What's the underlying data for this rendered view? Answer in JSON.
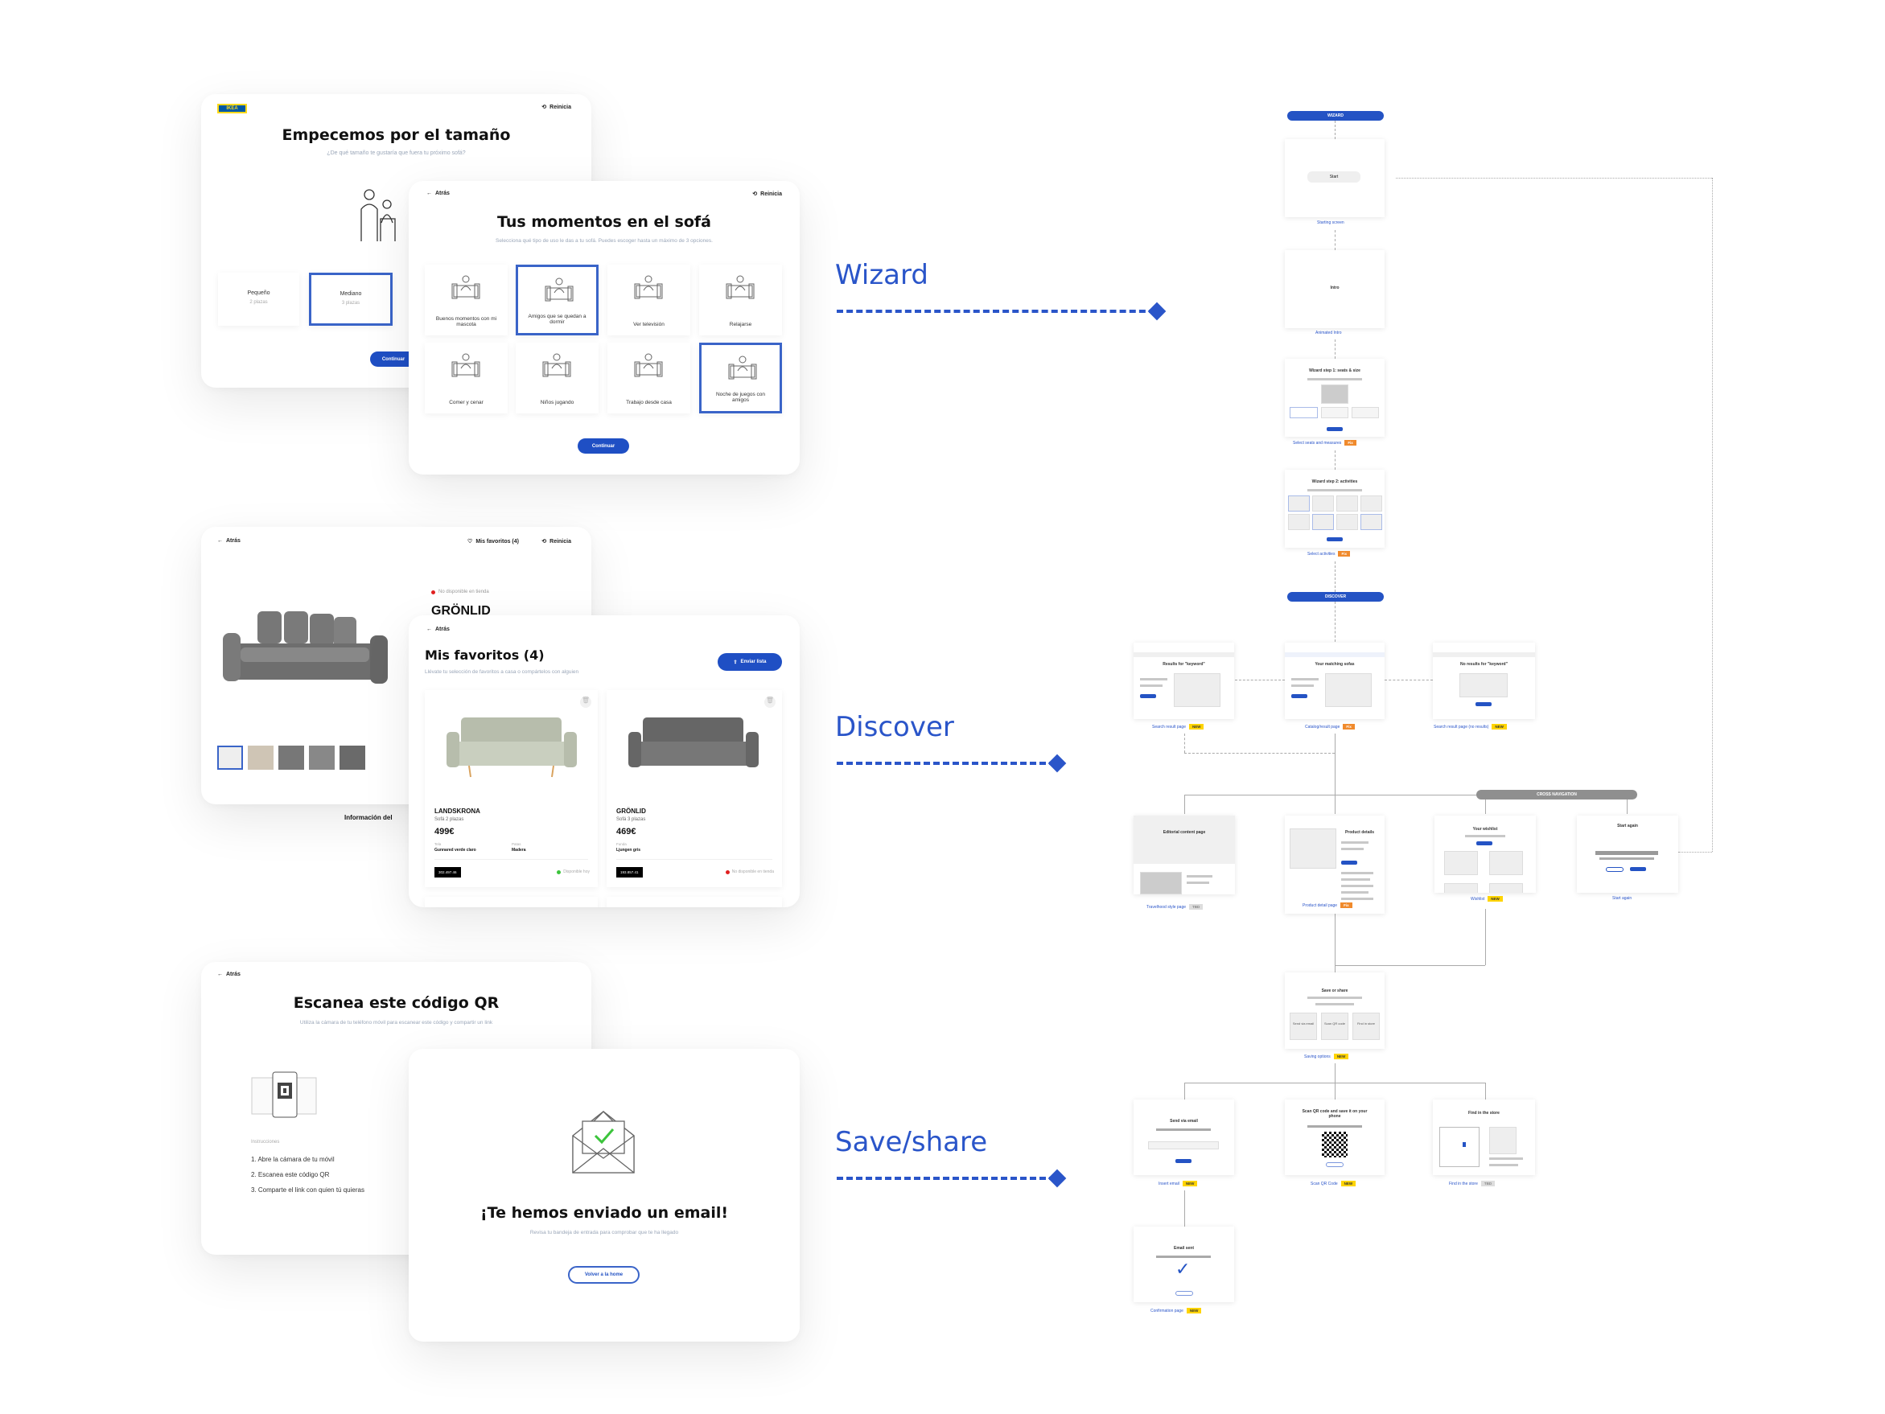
{
  "sections": {
    "wizard": "Wizard",
    "discover": "Discover",
    "save_share": "Save/share"
  },
  "screen_size": {
    "logo": "IKEA",
    "restart": "Reinicia",
    "title": "Empecemos por el tamaño",
    "subtitle": "¿De qué tamaño te gustaría que fuera tu próximo sofá?",
    "options": [
      {
        "label": "Pequeño",
        "sub": "2 plazas"
      },
      {
        "label": "Mediano",
        "sub": "3 plazas"
      }
    ],
    "continue": "Continuar"
  },
  "screen_moments": {
    "back": "Atrás",
    "restart": "Reinicia",
    "title": "Tus momentos en el sofá",
    "subtitle": "Selecciona qué tipo de uso le das a tu sofá. Puedes escoger hasta un máximo de 3 opciones.",
    "options": [
      "Buenos momentos con mi mascota",
      "Amigos que se quedan a dormir",
      "Ver televisión",
      "Relajarse",
      "Comer y cenar",
      "Niños jugando",
      "Trabajo desde casa",
      "Noche de juegos con amigos"
    ],
    "continue": "Continuar"
  },
  "screen_product": {
    "back": "Atrás",
    "favorites": "Mis favoritos (4)",
    "restart": "Reinicia",
    "availability": "No disponible en tienda",
    "name": "GRÖNLID",
    "info": "Información del"
  },
  "screen_favorites": {
    "back": "Atrás",
    "title": "Mis favoritos (4)",
    "subtitle": "Llévate tu selección de favoritos a casa o compártelos con alguien",
    "send": "Enviar lista",
    "products": [
      {
        "name": "LANDSKRONA",
        "type": "Sofá 2 plazas",
        "price": "499€",
        "attr1_label": "Tela",
        "attr1": "Gunnared verde claro",
        "attr2_label": "Patas",
        "attr2": "Madera",
        "code": "302.497.46",
        "stock": "Disponible hoy",
        "stock_color": "#3cc43c"
      },
      {
        "name": "GRÖNLID",
        "type": "Sofá 3 plazas",
        "price": "469€",
        "attr1_label": "Funda",
        "attr1": "Ljungen gris",
        "code": "193.857.41",
        "stock": "No disponible en tienda",
        "stock_color": "#e02020"
      }
    ]
  },
  "screen_qr": {
    "back": "Atrás",
    "title": "Escanea este código QR",
    "subtitle": "Utiliza la cámara de tu teléfono móvil para escanear este código y compartir un link",
    "instructions_label": "Instrucciones",
    "steps": [
      "1. Abre la cámara de tu móvil",
      "2. Escanea este código QR",
      "3. Comparte el link con quien tú quieras"
    ]
  },
  "screen_email": {
    "title": "¡Te hemos enviado un email!",
    "subtitle": "Revisa tu bandeja de entrada para comprobar que te ha llegado",
    "home": "Volver a la home"
  },
  "flow": {
    "wizard_pill": "WIZARD",
    "discover_pill": "DISCOVER",
    "cross_pill": "CROSS NAVIGATION",
    "start": {
      "btn": "Start",
      "label": "Starting screen"
    },
    "intro": {
      "title": "Intro",
      "label": "Animated Intro"
    },
    "step1": {
      "title": "Wizard step 1: seats & size",
      "label": "Select seats and measures",
      "tag": "Fix"
    },
    "step2": {
      "title": "Wizard step 2: activities",
      "label": "Select activities",
      "tag": "Fix"
    },
    "search": {
      "title": "Results for \"keyword\"",
      "label": "Search result page",
      "tag": "NEW"
    },
    "catalog": {
      "title": "Your matching sofas",
      "label": "Catalog/result page",
      "tag": "Fix"
    },
    "noresult": {
      "title": "No results for \"keyword\"",
      "label": "Search result page (no results)",
      "tag": "NEW"
    },
    "editorial": {
      "title": "Editorial content page",
      "label": "Travelhood style page",
      "tag": "TBD"
    },
    "pdp": {
      "title": "Product details",
      "label": "Product detail page",
      "tag": "Fix"
    },
    "wishlist": {
      "title": "Your wishlist",
      "label": "Wishlist",
      "tag": "NEW"
    },
    "again": {
      "title": "Start again",
      "label": "Start again"
    },
    "save": {
      "title": "Save or share",
      "opts": [
        "Send via email",
        "Scan QR code",
        "Find in store"
      ],
      "label": "Saving options",
      "tag": "NEW"
    },
    "email": {
      "title": "Send via email",
      "label": "Insert email",
      "tag": "NEW"
    },
    "qr": {
      "title": "Scan QR code and save it on your phone",
      "label": "Scan QR Code",
      "tag": "NEW"
    },
    "store": {
      "title": "Find in the store",
      "label": "Find in the store",
      "tag": "TBD"
    },
    "confirm": {
      "title": "Email sent",
      "label": "Confirmation page",
      "tag": "NEW"
    }
  }
}
